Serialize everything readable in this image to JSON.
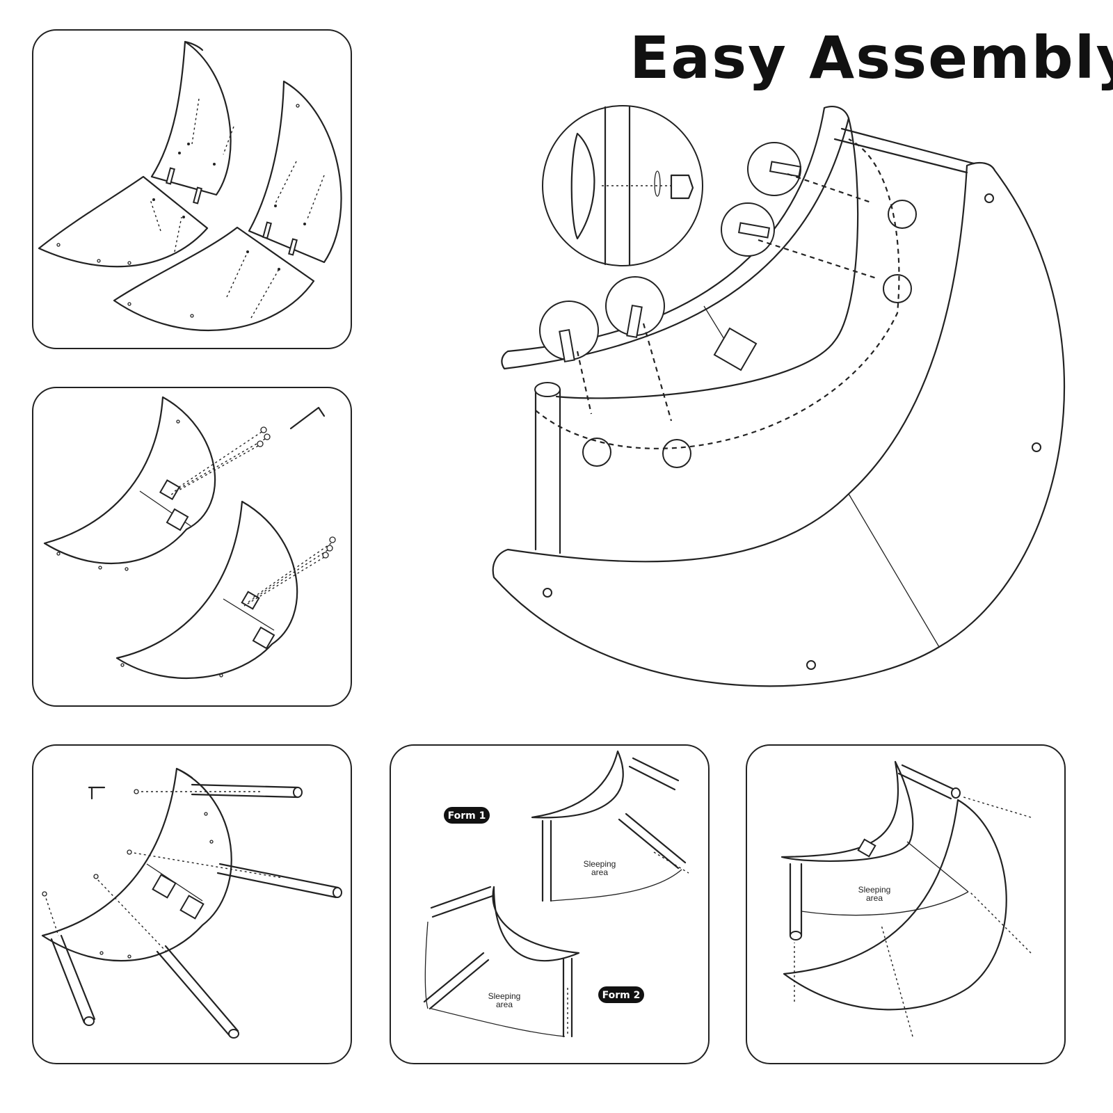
{
  "title": "Easy Assembly",
  "steps": [
    {
      "id": "step-1"
    },
    {
      "id": "step-2"
    },
    {
      "id": "step-3"
    },
    {
      "id": "step-4"
    },
    {
      "id": "step-5"
    },
    {
      "id": "step-main"
    }
  ],
  "labels": {
    "form_1": "Form 1",
    "form_2": "Form 2",
    "sleeping_area": "Sleeping",
    "sleeping_area_2": "area"
  },
  "colors": {
    "line": "#222222",
    "badge": "#111111",
    "background": "#ffffff"
  }
}
